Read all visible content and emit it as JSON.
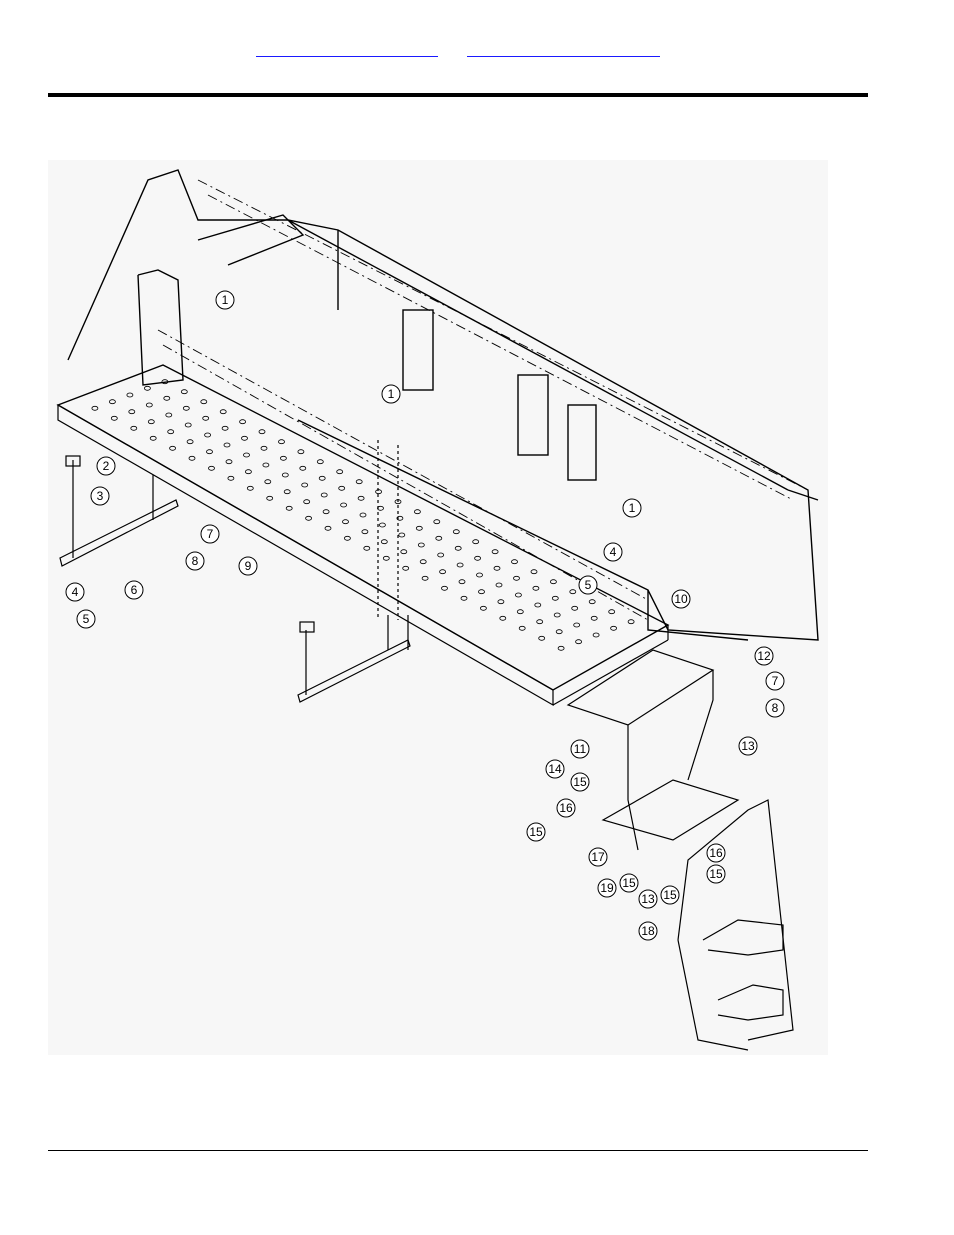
{
  "header": {
    "links": [
      {
        "text": ""
      },
      {
        "text": ""
      }
    ]
  },
  "figure": {
    "callouts": [
      "1",
      "1",
      "1",
      "2",
      "3",
      "4",
      "5",
      "6",
      "7",
      "8",
      "9",
      "4",
      "5",
      "10",
      "11",
      "12",
      "7",
      "8",
      "13",
      "14",
      "15",
      "16",
      "15",
      "17",
      "19",
      "15",
      "13",
      "15",
      "16",
      "15",
      "18"
    ]
  },
  "colors": {
    "link": "#1a1aff",
    "rule": "#000000",
    "figure_bg": "#f7f7f7"
  }
}
